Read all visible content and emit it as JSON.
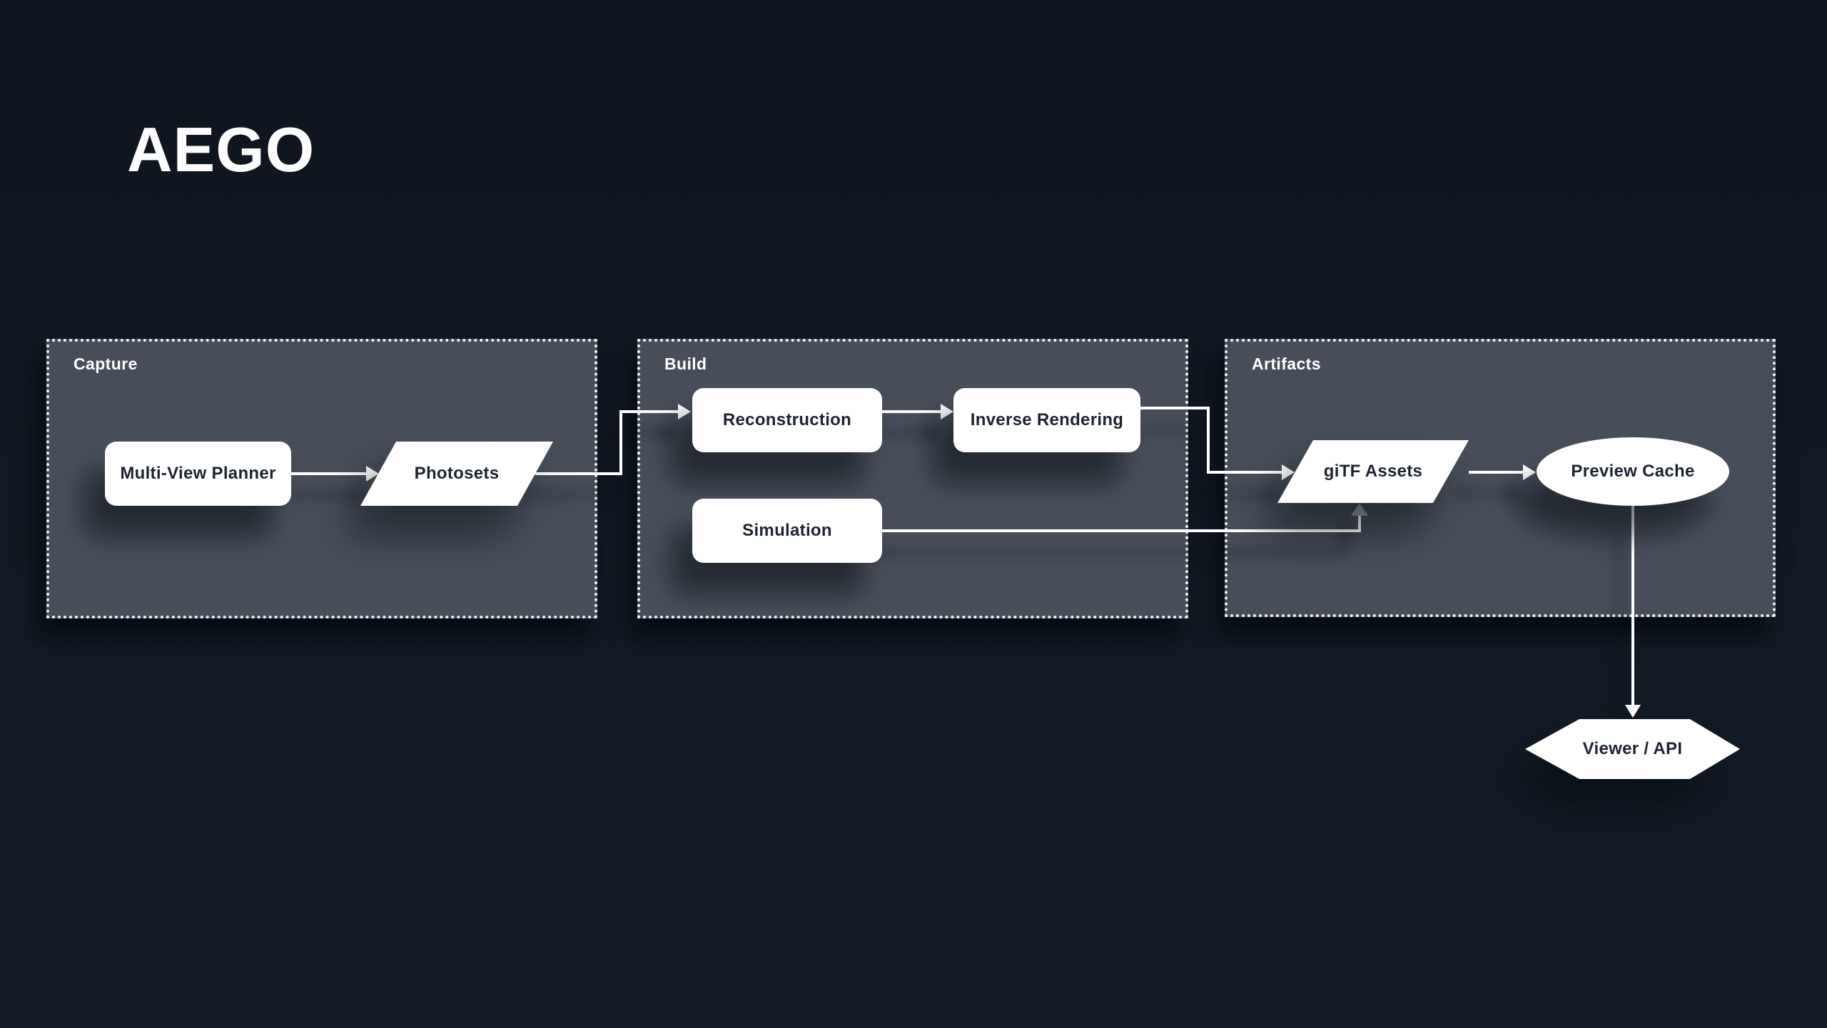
{
  "title": "AEGO",
  "palette": {
    "background": "#121a24",
    "group_fill": "#474e5a",
    "group_border": "#f2f4f7",
    "node_fill": "#ffffff",
    "node_text": "#1c2431",
    "group_label_text": "#ffffff",
    "connector": "#ffffff",
    "connector_arrow_muted": "#98a0aa"
  },
  "groups": [
    {
      "label": "Capture"
    },
    {
      "label": "Build"
    },
    {
      "label": "Artifacts"
    }
  ],
  "nodes": [
    {
      "label": "Multi-View Planner",
      "shape": "rounded-rectangle",
      "group": "Capture"
    },
    {
      "label": "Photosets",
      "shape": "parallelogram",
      "group": "Capture"
    },
    {
      "label": "Reconstruction",
      "shape": "rounded-rectangle",
      "group": "Build"
    },
    {
      "label": "Inverse Rendering",
      "shape": "rounded-rectangle",
      "group": "Build"
    },
    {
      "label": "Simulation",
      "shape": "rounded-rectangle",
      "group": "Build"
    },
    {
      "label": "giTF Assets",
      "shape": "parallelogram",
      "group": "Artifacts"
    },
    {
      "label": "Preview Cache",
      "shape": "ellipse",
      "group": "Artifacts"
    },
    {
      "label": "Viewer / API",
      "shape": "hexagon",
      "group": ""
    }
  ],
  "edges": [
    {
      "from": "Multi-View Planner",
      "to": "Photosets"
    },
    {
      "from": "Photosets",
      "to": "Reconstruction"
    },
    {
      "from": "Reconstruction",
      "to": "Inverse Rendering"
    },
    {
      "from": "Inverse Rendering",
      "to": "giTF Assets"
    },
    {
      "from": "Simulation",
      "to": "giTF Assets"
    },
    {
      "from": "giTF Assets",
      "to": "Preview Cache"
    },
    {
      "from": "Preview Cache",
      "to": "Viewer / API"
    }
  ]
}
